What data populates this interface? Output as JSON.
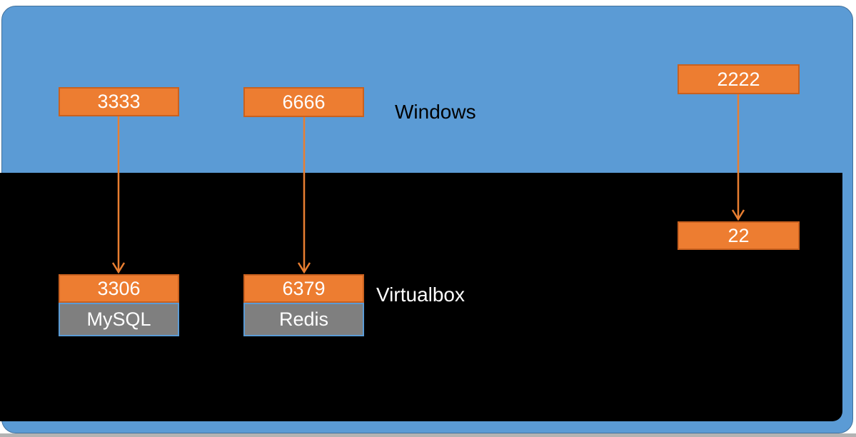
{
  "colors": {
    "host_background": "#5B9BD5",
    "host_border": "#41719C",
    "guest_background": "#000000",
    "port_box_fill": "#ED7D31",
    "port_box_border": "#C9611F",
    "service_box_fill": "#7F7F7F",
    "service_box_border": "#5B9BD5",
    "arrow": "#E87E31",
    "host_label_text": "#000000",
    "box_text": "#FFFFFF"
  },
  "host": {
    "label": "Windows",
    "ports": [
      {
        "value": "3333"
      },
      {
        "value": "6666"
      },
      {
        "value": "2222"
      }
    ]
  },
  "guest": {
    "label": "Virtualbox",
    "ports": [
      {
        "value": "3306",
        "service": "MySQL"
      },
      {
        "value": "6379",
        "service": "Redis"
      },
      {
        "value": "22"
      }
    ]
  }
}
